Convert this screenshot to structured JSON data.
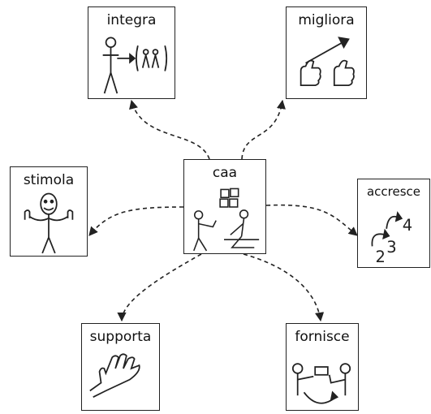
{
  "center": {
    "label": "caa"
  },
  "nodes": [
    {
      "id": "integra",
      "label": "integra"
    },
    {
      "id": "migliora",
      "label": "migliora"
    },
    {
      "id": "stimola",
      "label": "stimola"
    },
    {
      "id": "accresce",
      "label": "accresce"
    },
    {
      "id": "supporta",
      "label": "supporta"
    },
    {
      "id": "fornisce",
      "label": "fornisce"
    }
  ],
  "numbers_in_accresce": [
    "2",
    "3",
    "4"
  ],
  "colors": {
    "stroke": "#222222",
    "background": "#ffffff"
  }
}
